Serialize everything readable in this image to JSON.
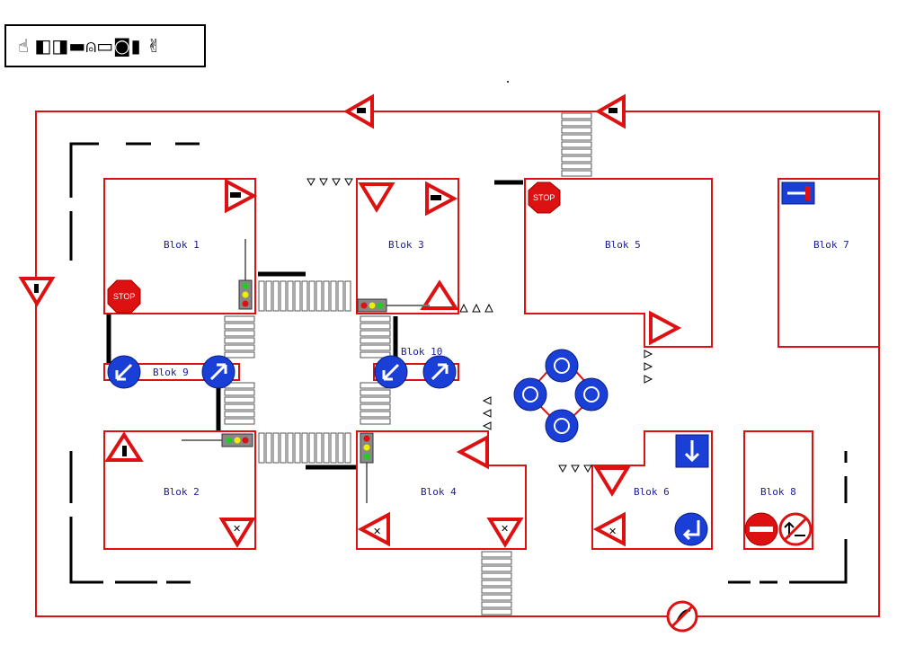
{
  "title": {
    "glyphs": "☝ ◧◨▬⍝▭◙▮ ✌"
  },
  "colors": {
    "border": "#dd1111",
    "block_outline": "#dd1111",
    "sign_red": "#dd1111",
    "sign_blue": "#1a3fd6",
    "label_blue": "#1a1a9a",
    "crossing": "#555555",
    "curb": "#000000"
  },
  "blocks": [
    {
      "id": "blok-1",
      "label": "Blok 1"
    },
    {
      "id": "blok-2",
      "label": "Blok 2"
    },
    {
      "id": "blok-3",
      "label": "Blok 3"
    },
    {
      "id": "blok-4",
      "label": "Blok 4"
    },
    {
      "id": "blok-5",
      "label": "Blok 5"
    },
    {
      "id": "blok-6",
      "label": "Blok 6"
    },
    {
      "id": "blok-7",
      "label": "Blok 7"
    },
    {
      "id": "blok-8",
      "label": "Blok 8"
    },
    {
      "id": "blok-9",
      "label": "Blok 9"
    },
    {
      "id": "blok-10",
      "label": "Blok 10"
    }
  ],
  "stop_text": "STOP",
  "icons": {
    "stop": "stop-sign-icon",
    "yield": "yield-sign-icon",
    "warning": "warning-triangle-icon",
    "traffic_light": "traffic-light-icon",
    "roundabout": "roundabout-icon",
    "keep_direction": "keep-direction-icon",
    "no_entry": "no-entry-icon",
    "one_way": "one-way-icon",
    "no_parking": "no-parking-icon"
  }
}
